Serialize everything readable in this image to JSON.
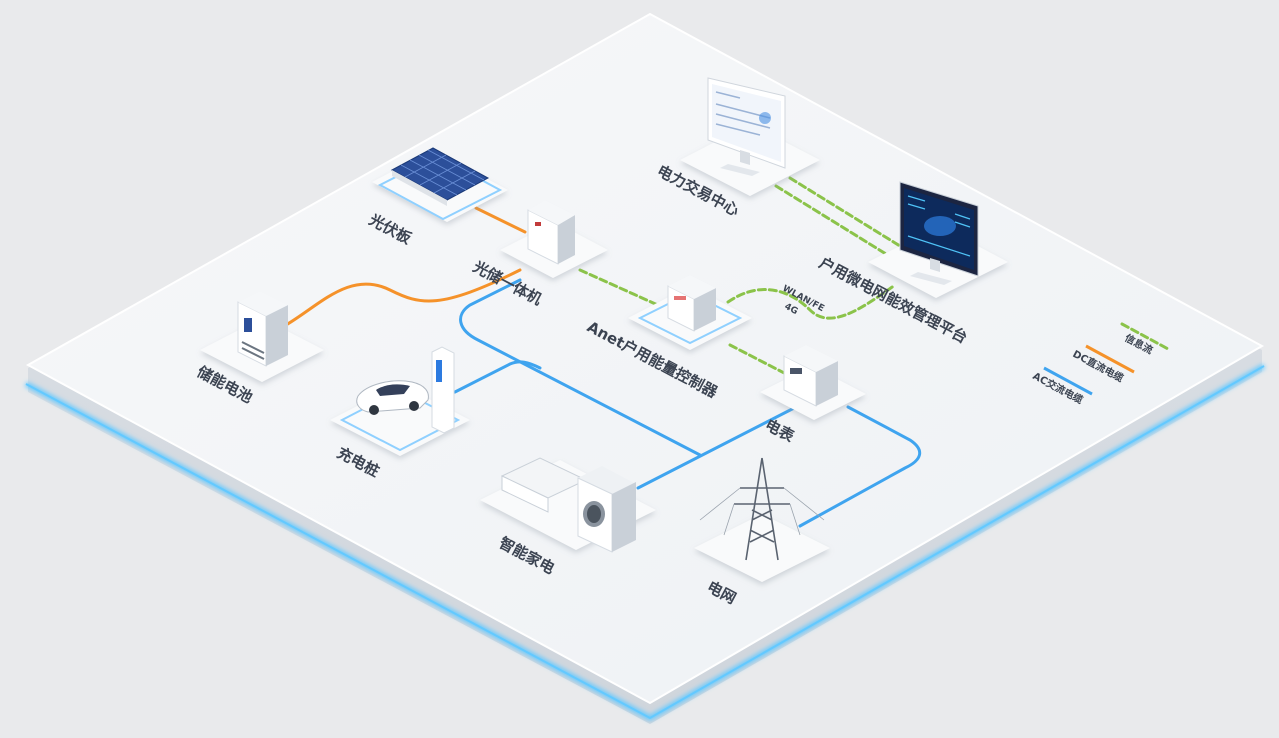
{
  "labels": {
    "solar_panel": "光伏板",
    "hybrid_inverter": "光储一体机",
    "trading_center": "电力交易中心",
    "platform": "户用微电网能效管理平台",
    "controller": "Anet户用能量控制器",
    "battery": "储能电池",
    "charger": "充电桩",
    "meter": "电表",
    "appliances": "智能家电",
    "grid": "电网",
    "wlan_fe": "WLAN/FE",
    "four_g": "4G"
  },
  "legend": {
    "info": "信息流",
    "dc": "DC直流电缆",
    "ac": "AC交流电缆"
  },
  "colors": {
    "info": "#8bc34a",
    "dc": "#f5922a",
    "ac": "#3fa4ef",
    "glow": "#63c9ff",
    "platform": "#f4f6f8",
    "label": "#3c4452"
  },
  "icons": {
    "solar_panel": "solar-panel-icon",
    "hybrid_inverter": "inverter-icon",
    "trading_center": "monitor-icon",
    "platform": "dashboard-monitor-icon",
    "controller": "controller-icon",
    "battery": "battery-cabinet-icon",
    "charger": "ev-charger-icon",
    "meter": "meter-icon",
    "appliances": "appliances-icon",
    "grid": "power-tower-icon"
  }
}
